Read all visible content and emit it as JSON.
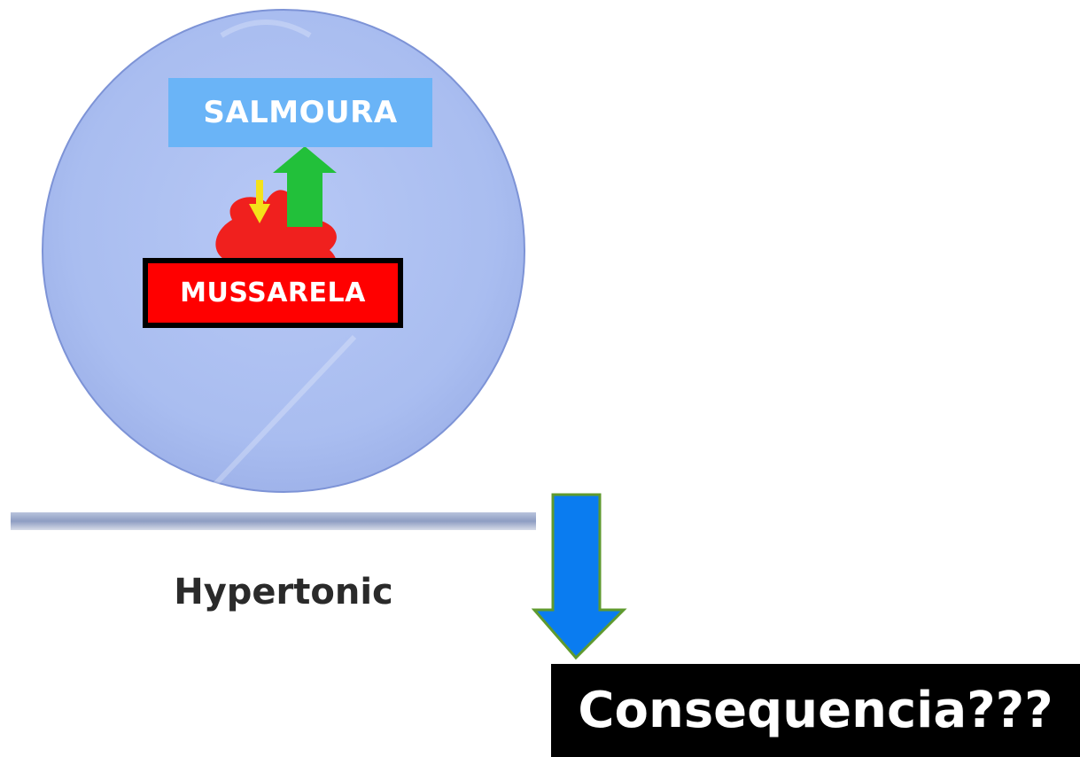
{
  "labels": {
    "salmoura": "SALMOURA",
    "mussarela": "MUSSARELA",
    "condition": "Hypertonic",
    "question": "Consequencia???"
  },
  "colors": {
    "cell_fill": "#aabff2",
    "cell_border": "#7d93d6",
    "salmoura_box": "#6ab4f7",
    "mussarela_box": "#ff0000",
    "mussarela_blob": "#f0201e",
    "green_arrow": "#22c03a",
    "yellow_arrow": "#f4e21a",
    "blue_arrow_fill": "#0a7cf0",
    "blue_arrow_outline": "#5f9a2e",
    "baseline": "#9aa8c8",
    "question_box": "#000000"
  },
  "icons": {
    "cell": "cell-circle",
    "water_out_arrow": "arrow-up-green",
    "water_in_arrow": "arrow-down-yellow",
    "consequence_arrow": "arrow-down-blue"
  }
}
